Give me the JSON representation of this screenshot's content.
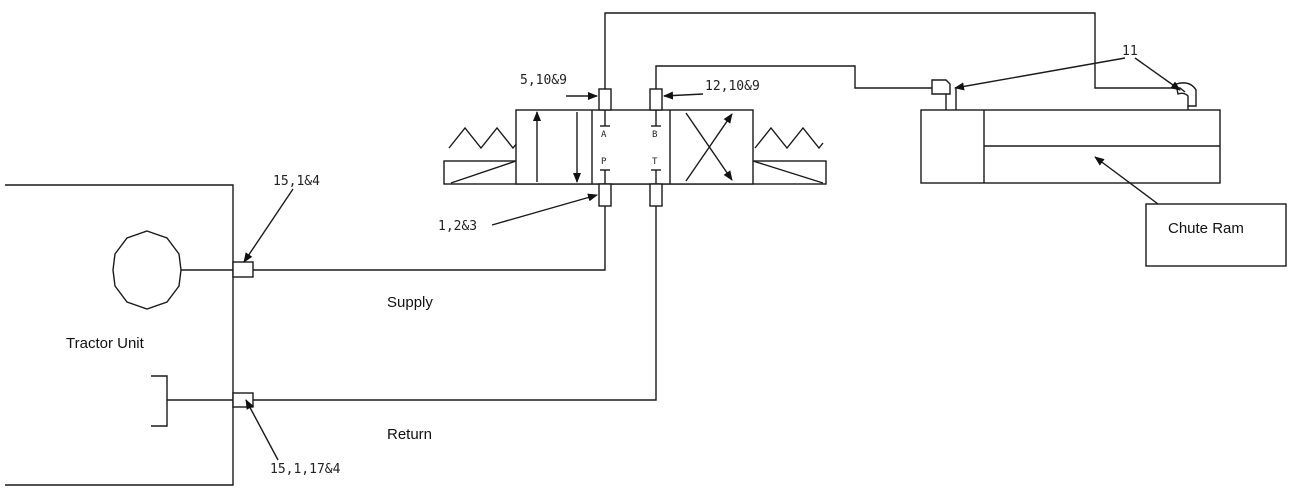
{
  "labels": {
    "tractor_unit": "Tractor Unit",
    "supply": "Supply",
    "return": "Return",
    "chute_ram": "Chute Ram"
  },
  "callouts": {
    "top_left_port": "5,10&9",
    "top_right_port": "12,10&9",
    "bottom_left_port": "1,2&3",
    "supply_coupler": "15,1&4",
    "return_coupler": "15,1,17&4",
    "cylinder_fittings": "11"
  },
  "ports": {
    "a": "A",
    "b": "B",
    "p": "P",
    "t": "T"
  }
}
